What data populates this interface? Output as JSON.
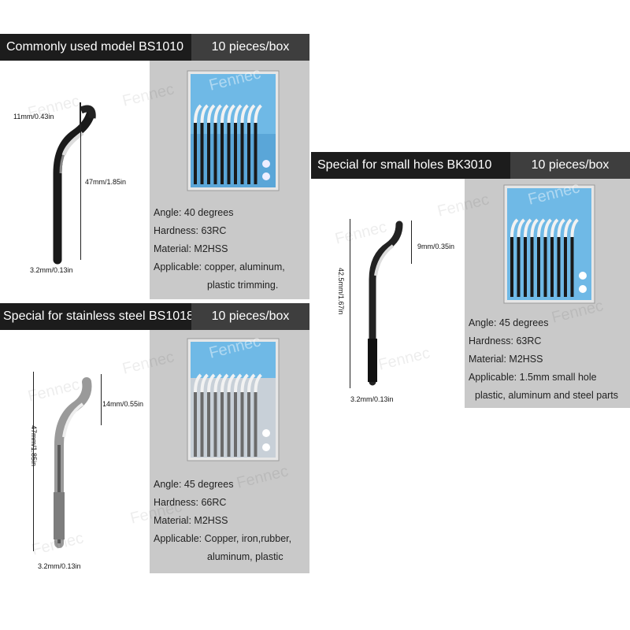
{
  "watermark": "Fennec",
  "section1": {
    "title": "Commonly used model BS1010",
    "quantity": "10 pieces/box",
    "dim_top": "11mm/0.43in",
    "dim_length": "47mm/1.85in",
    "dim_shank": "3.2mm/0.13in",
    "specs": {
      "angle": "Angle: 40 degrees",
      "hardness": "Hardness: 63RC",
      "material": "Material: M2HSS",
      "applicable_1": "Applicable: copper, aluminum,",
      "applicable_2": "plastic trimming."
    }
  },
  "section2": {
    "title": "Special for stainless steel BS1018",
    "quantity": "10 pieces/box",
    "dim_top": "14mm/0.55in",
    "dim_length": "47mm/1.85in",
    "dim_shank": "3.2mm/0.13in",
    "specs": {
      "angle": "Angle: 45 degrees",
      "hardness": "Hardness: 66RC",
      "material": "Material: M2HSS",
      "applicable_1": "Applicable: Copper, iron,rubber,",
      "applicable_2": "aluminum,  plastic"
    }
  },
  "section3": {
    "title": "Special for small holes BK3010",
    "quantity": "10 pieces/box",
    "dim_top": "9mm/0.35in",
    "dim_length": "42.5mm/1.67in",
    "dim_shank": "3.2mm/0.13in",
    "specs": {
      "angle": "Angle: 45 degrees",
      "hardness": "Hardness: 63RC",
      "material": "Material: M2HSS",
      "applicable_1": "Applicable:  1.5mm small hole",
      "applicable_2": "plastic, aluminum and steel parts"
    }
  }
}
